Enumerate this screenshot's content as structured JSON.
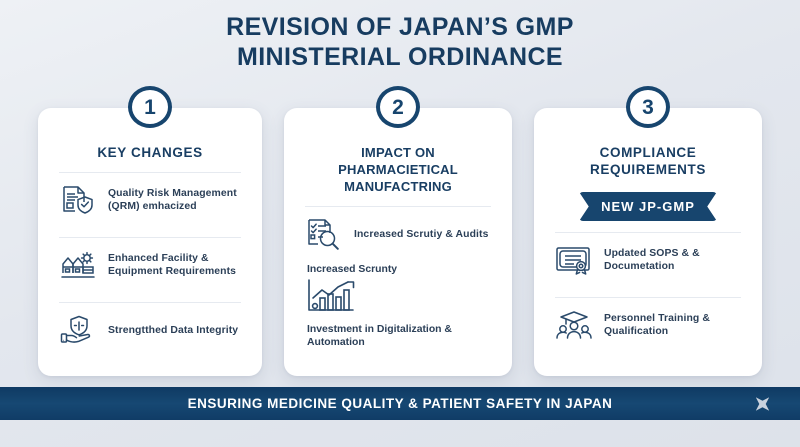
{
  "title": {
    "line1": "REVISION OF JAPAN’S GMP",
    "line2": "MINISTERIAL ORDINANCE"
  },
  "colors": {
    "navy": "#17456e",
    "title_navy": "#173c60",
    "body_text": "#2b3f57",
    "background": "#e3e7ee",
    "card_bg": "#ffffff",
    "footer_navy": "#0f3a63",
    "divider": "#e6eaf0",
    "diamond": "#c9d2de"
  },
  "cards": [
    {
      "number": "1",
      "heading_line1": "KEY CHANGES",
      "heading_line2": "",
      "heading_line3": "",
      "items": [
        {
          "icon": "document-shield-check-icon",
          "text": "Quality Risk Management (QRM) emhacized"
        },
        {
          "icon": "factory-gear-icon",
          "text": "Enhanced Facility & Equipment Requirements"
        },
        {
          "icon": "hand-shield-icon",
          "text": "Strengtthed Data Integrity"
        }
      ]
    },
    {
      "number": "2",
      "heading_line1": "IMPACT ON",
      "heading_line2": "PHARMACIETICAL",
      "heading_line3": "MANUFACTRING",
      "items": [
        {
          "icon": "clipboard-magnifier-icon",
          "text": "Increased Scrutiy & Audits"
        }
      ],
      "standalone_text": "Increased Scrunty",
      "chart_item": {
        "icon": "bar-chart-growth-icon",
        "caption": "Investment in Digitalization & Automation"
      }
    },
    {
      "number": "3",
      "heading_line1": "COMPLIANCE",
      "heading_line2": "REQUIREMENTS",
      "heading_line3": "",
      "ribbon_label": "NEW JP-GMP",
      "items": [
        {
          "icon": "certificate-seal-icon",
          "text": "Updated SOPS & & Documetation"
        },
        {
          "icon": "graduation-people-icon",
          "text": "Personnel Training & Qualification"
        }
      ]
    }
  ],
  "footer": {
    "text": "ENSURING MEDICINE QUALITY & PATIENT SAFETY IN JAPAN",
    "ornament": "diamond-star-icon"
  }
}
